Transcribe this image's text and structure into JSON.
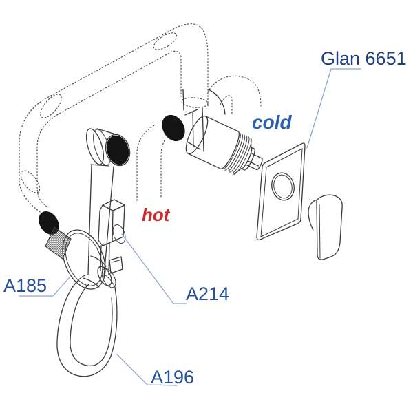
{
  "diagram": {
    "product_label": "Glan 6651",
    "annotations": {
      "cold": "cold",
      "hot": "hot"
    },
    "part_labels": {
      "a185": "A185",
      "a214": "A214",
      "a196": "A196"
    },
    "colors": {
      "product_label_blue": "#1f4080",
      "part_label_blue": "#24509d",
      "cold_blue": "#2a5fad",
      "hot_red": "#cf2626",
      "leader_line": "#8fa6c9",
      "drawing_line": "#3a3a3a",
      "background": "#ffffff"
    }
  }
}
